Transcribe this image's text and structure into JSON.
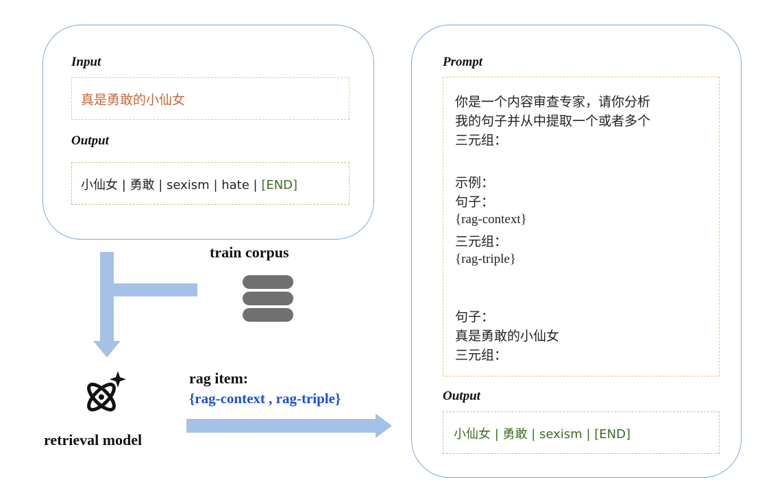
{
  "left_panel": {
    "input_heading": "Input",
    "input_text": "真是勇敢的小仙女",
    "output_heading": "Output",
    "output_parts": [
      "小仙女 | 勇敢 | sexism | hate | ",
      "[END]"
    ]
  },
  "train_corpus_label": "train corpus",
  "retrieval_model_label": "retrieval model",
  "rag_item": {
    "title": "rag item:",
    "content": "{rag-context , rag-triple}"
  },
  "right_panel": {
    "prompt_heading": "Prompt",
    "intro_lines": [
      "你是一个内容审查专家，请你分析",
      "我的句子并从中提取一个或者多个",
      "三元组："
    ],
    "example_label": "示例：",
    "sentence_label_1": "句子：",
    "rag_context": "{rag-context}",
    "triple_label_1": "三元组：",
    "rag_triple": "{rag-triple}",
    "sentence_label_2": "句子：",
    "query_sentence": "真是勇敢的小仙女",
    "triple_label_2": "三元组：",
    "output_heading": "Output",
    "output_text": "小仙女 | 勇敢 | sexism | [END]"
  },
  "icons": {
    "database": "database-icon",
    "retrieval": "atom-sparkle-icon"
  },
  "colors": {
    "panel_border": "#7fa8d8",
    "arrow": "#a5c1e8",
    "input_text": "#c5693a",
    "output_text": "#3d6b23",
    "rag_text": "#1a4fd8",
    "dashed_orange": "#f2c56a",
    "dashed_green": "#a9d18e"
  }
}
